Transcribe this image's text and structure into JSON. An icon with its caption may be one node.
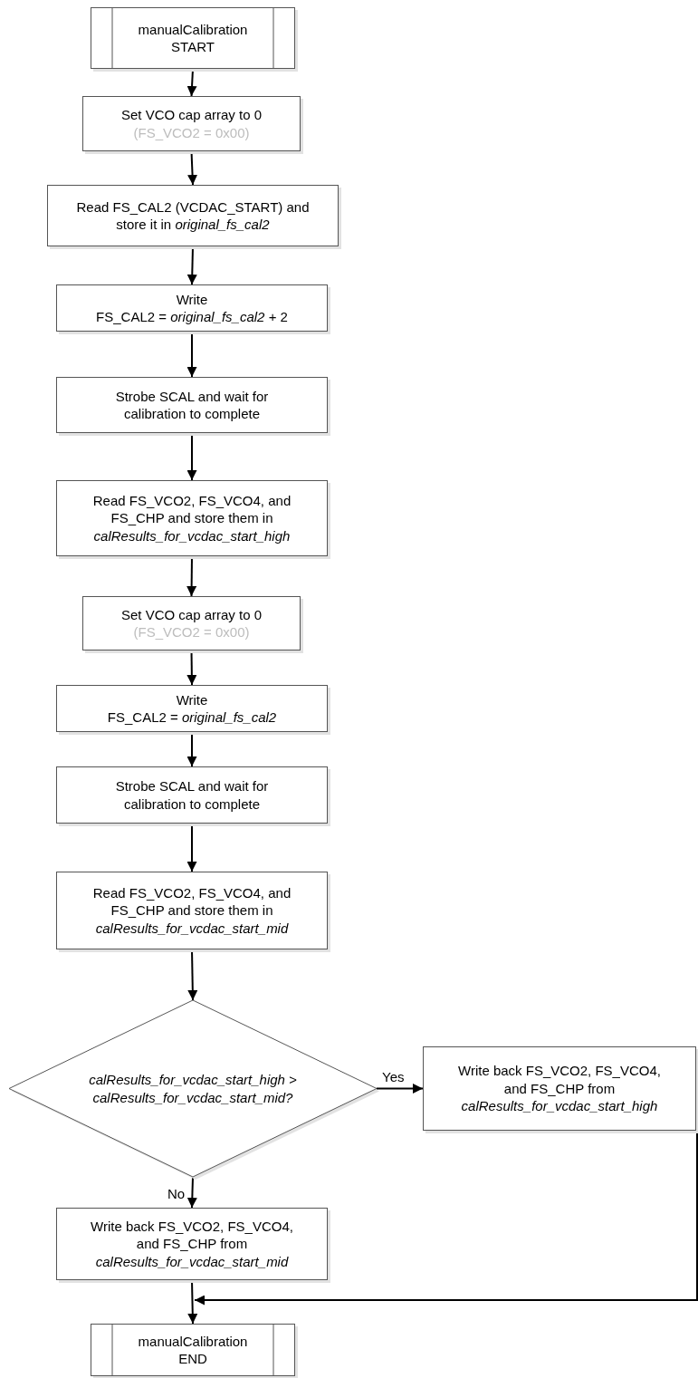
{
  "diagram": {
    "nodes": [
      {
        "text": [
          "manualCalibration START"
        ]
      },
      {
        "text": [
          "Set VCO cap array to 0",
          "(FS_VCO2 = 0x00)"
        ]
      },
      {
        "text": [
          "Read FS_CAL2 (VCDAC_START) and store it in *original_fs_cal2*"
        ]
      },
      {
        "text": [
          "Write",
          "FS_CAL2 = *original_fs_cal2* + 2"
        ]
      },
      {
        "text": [
          "Strobe SCAL and wait for calibration to complete"
        ]
      },
      {
        "text": [
          "Read FS_VCO2, FS_VCO4, and FS_CHP and store them in",
          "calResults_for_vcdac_start_high"
        ]
      },
      {
        "text": [
          "Set VCO cap array to 0",
          "(FS_VCO2 = 0x00)"
        ]
      },
      {
        "text": [
          "Write",
          "FS_CAL2 = *original_fs_cal2*"
        ]
      },
      {
        "text": [
          "Strobe SCAL and wait for calibration to complete"
        ]
      },
      {
        "text": [
          "Read FS_VCO2, FS_VCO4, and FS_CHP and store them in",
          "calResults_for_vcdac_start_mid"
        ]
      },
      {
        "text": [
          "calResults_for_vcdac_start_high > calResults_for_vcdac_start_mid?"
        ]
      },
      {
        "text": [
          "Write back FS_VCO2, FS_VCO4, and FS_CHP from",
          "calResults_for_vcdac_start_high"
        ]
      },
      {
        "text": [
          "Write back FS_VCO2, FS_VCO4, and FS_CHP from",
          "calResults_for_vcdac_start_mid"
        ]
      },
      {
        "text": [
          "manualCalibration END"
        ]
      }
    ],
    "edges": [
      {
        "from": 0,
        "to": 1,
        "arrow": "to"
      },
      {
        "from": 1,
        "to": 2,
        "arrow": "to"
      },
      {
        "from": 2,
        "to": 3,
        "arrow": "to"
      },
      {
        "from": 3,
        "to": 4,
        "arrow": "to"
      },
      {
        "from": 4,
        "to": 5,
        "arrow": "to"
      },
      {
        "from": 5,
        "to": 6,
        "arrow": "to"
      },
      {
        "from": 6,
        "to": 7,
        "arrow": "to"
      },
      {
        "from": 7,
        "to": 8,
        "arrow": "to"
      },
      {
        "from": 8,
        "to": 9,
        "arrow": "to"
      },
      {
        "from": 9,
        "to": 10,
        "arrow": "to"
      },
      {
        "from": 10,
        "to": 11,
        "label": "Yes",
        "arrow": "to"
      },
      {
        "from": 10,
        "to": 12,
        "label": "No",
        "arrow": "to"
      },
      {
        "from": 11,
        "to": 13,
        "arrow": "to"
      },
      {
        "from": 12,
        "to": 13,
        "arrow": "to"
      }
    ]
  }
}
